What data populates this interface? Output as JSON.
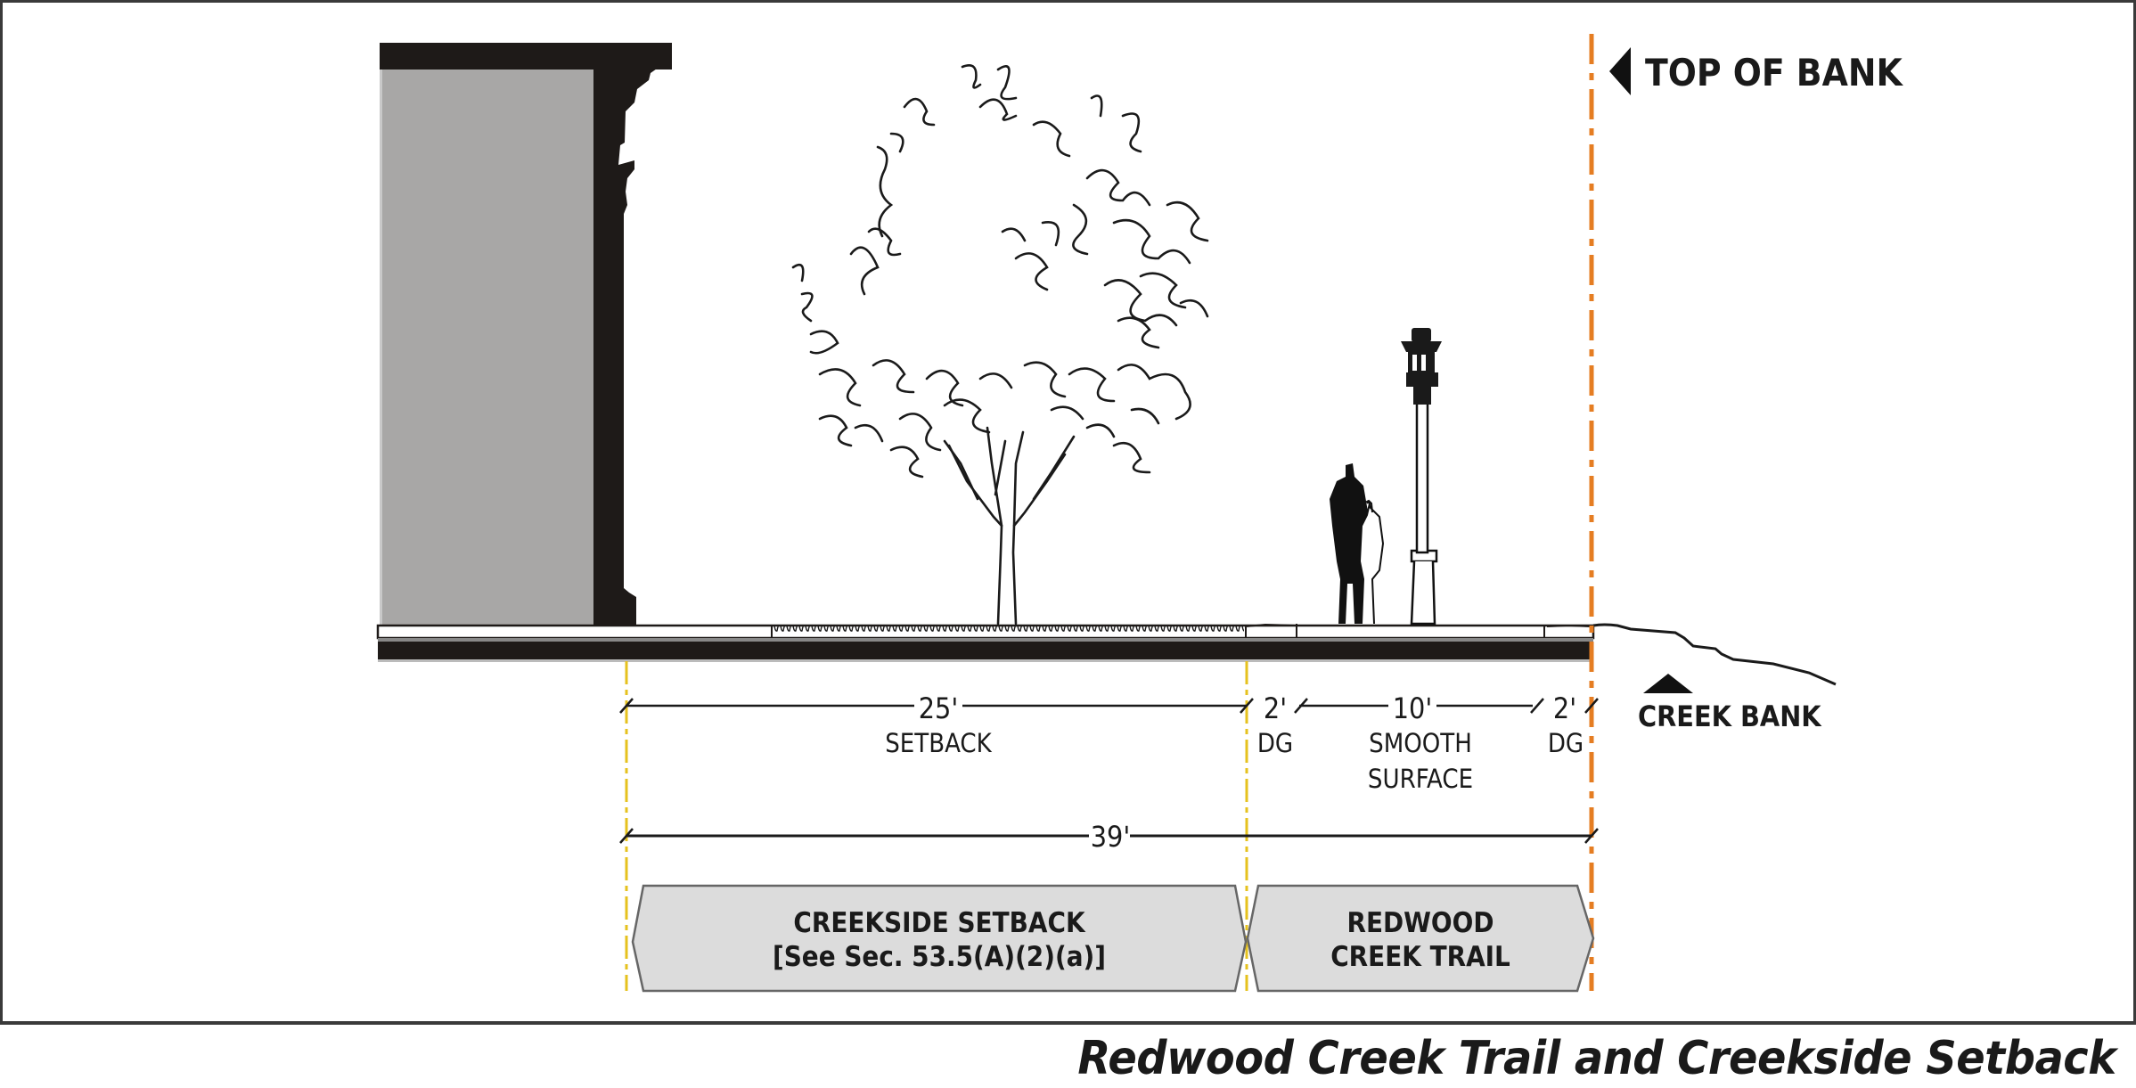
{
  "title": "Redwood Creek Trail and Creekside Setback",
  "colors": {
    "building_fill": "#a8a7a6",
    "building_dark": "#1e1a18",
    "setback_line": "#e6c21e",
    "top_of_bank_line": "#e57d22",
    "zone_fill": "#dcdcdc",
    "zone_stroke": "#666666"
  },
  "callouts": {
    "top_of_bank": "TOP OF BANK",
    "creek_bank": "CREEK BANK"
  },
  "dimensions": {
    "segments": [
      {
        "value": "25'",
        "label": [
          "SETBACK"
        ]
      },
      {
        "value": "2'",
        "label": [
          "DG"
        ]
      },
      {
        "value": "10'",
        "label": [
          "SMOOTH",
          "SURFACE"
        ]
      },
      {
        "value": "2'",
        "label": [
          "DG"
        ]
      }
    ],
    "total": {
      "value": "39'"
    }
  },
  "zones": [
    {
      "line1": "CREEKSIDE SETBACK",
      "line2": "[See Sec. 53.5(A)(2)(a)]"
    },
    {
      "line1": "REDWOOD",
      "line2": "CREEK TRAIL"
    }
  ],
  "elements": {
    "building": "building-section",
    "tree": "street-tree",
    "lamp": "pedestrian-lamp-post",
    "people": "pedestrians"
  }
}
